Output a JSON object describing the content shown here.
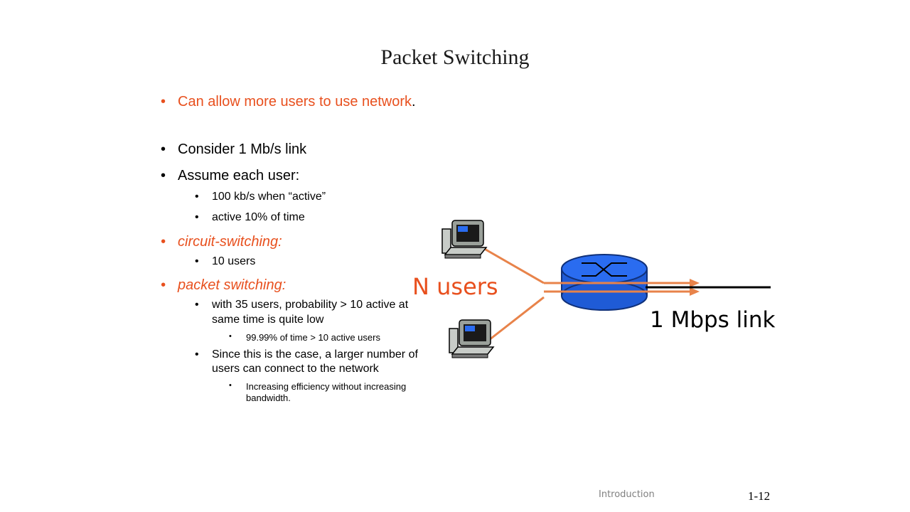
{
  "slide": {
    "title": "Packet Switching",
    "bullets": {
      "b1_orange": "Can allow more users to use network",
      "b1_tail": ".",
      "b2": "Consider 1 Mb/s link",
      "b3": "Assume each user:",
      "b3_1": "100 kb/s when “active”",
      "b3_2": "active 10% of time",
      "b4": "circuit-switching:",
      "b4_1": "10 users",
      "b5": "packet switching:",
      "b5_1": "with 35 users, probability > 10 active at same time is quite low",
      "b5_1_1": "99.99% of time > 10 active users",
      "b5_2": "Since this is the case, a larger number of users can connect to the network",
      "b5_2_1": "Increasing efficiency without increasing bandwidth."
    },
    "diagram": {
      "users_label": "N users",
      "link_label": "1 Mbps link"
    },
    "footer": {
      "section": "Introduction",
      "page": "1-12"
    }
  },
  "colors": {
    "accent_orange": "#e8501e",
    "router_blue": "#1f5bd6",
    "line_orange": "#e8834a"
  }
}
